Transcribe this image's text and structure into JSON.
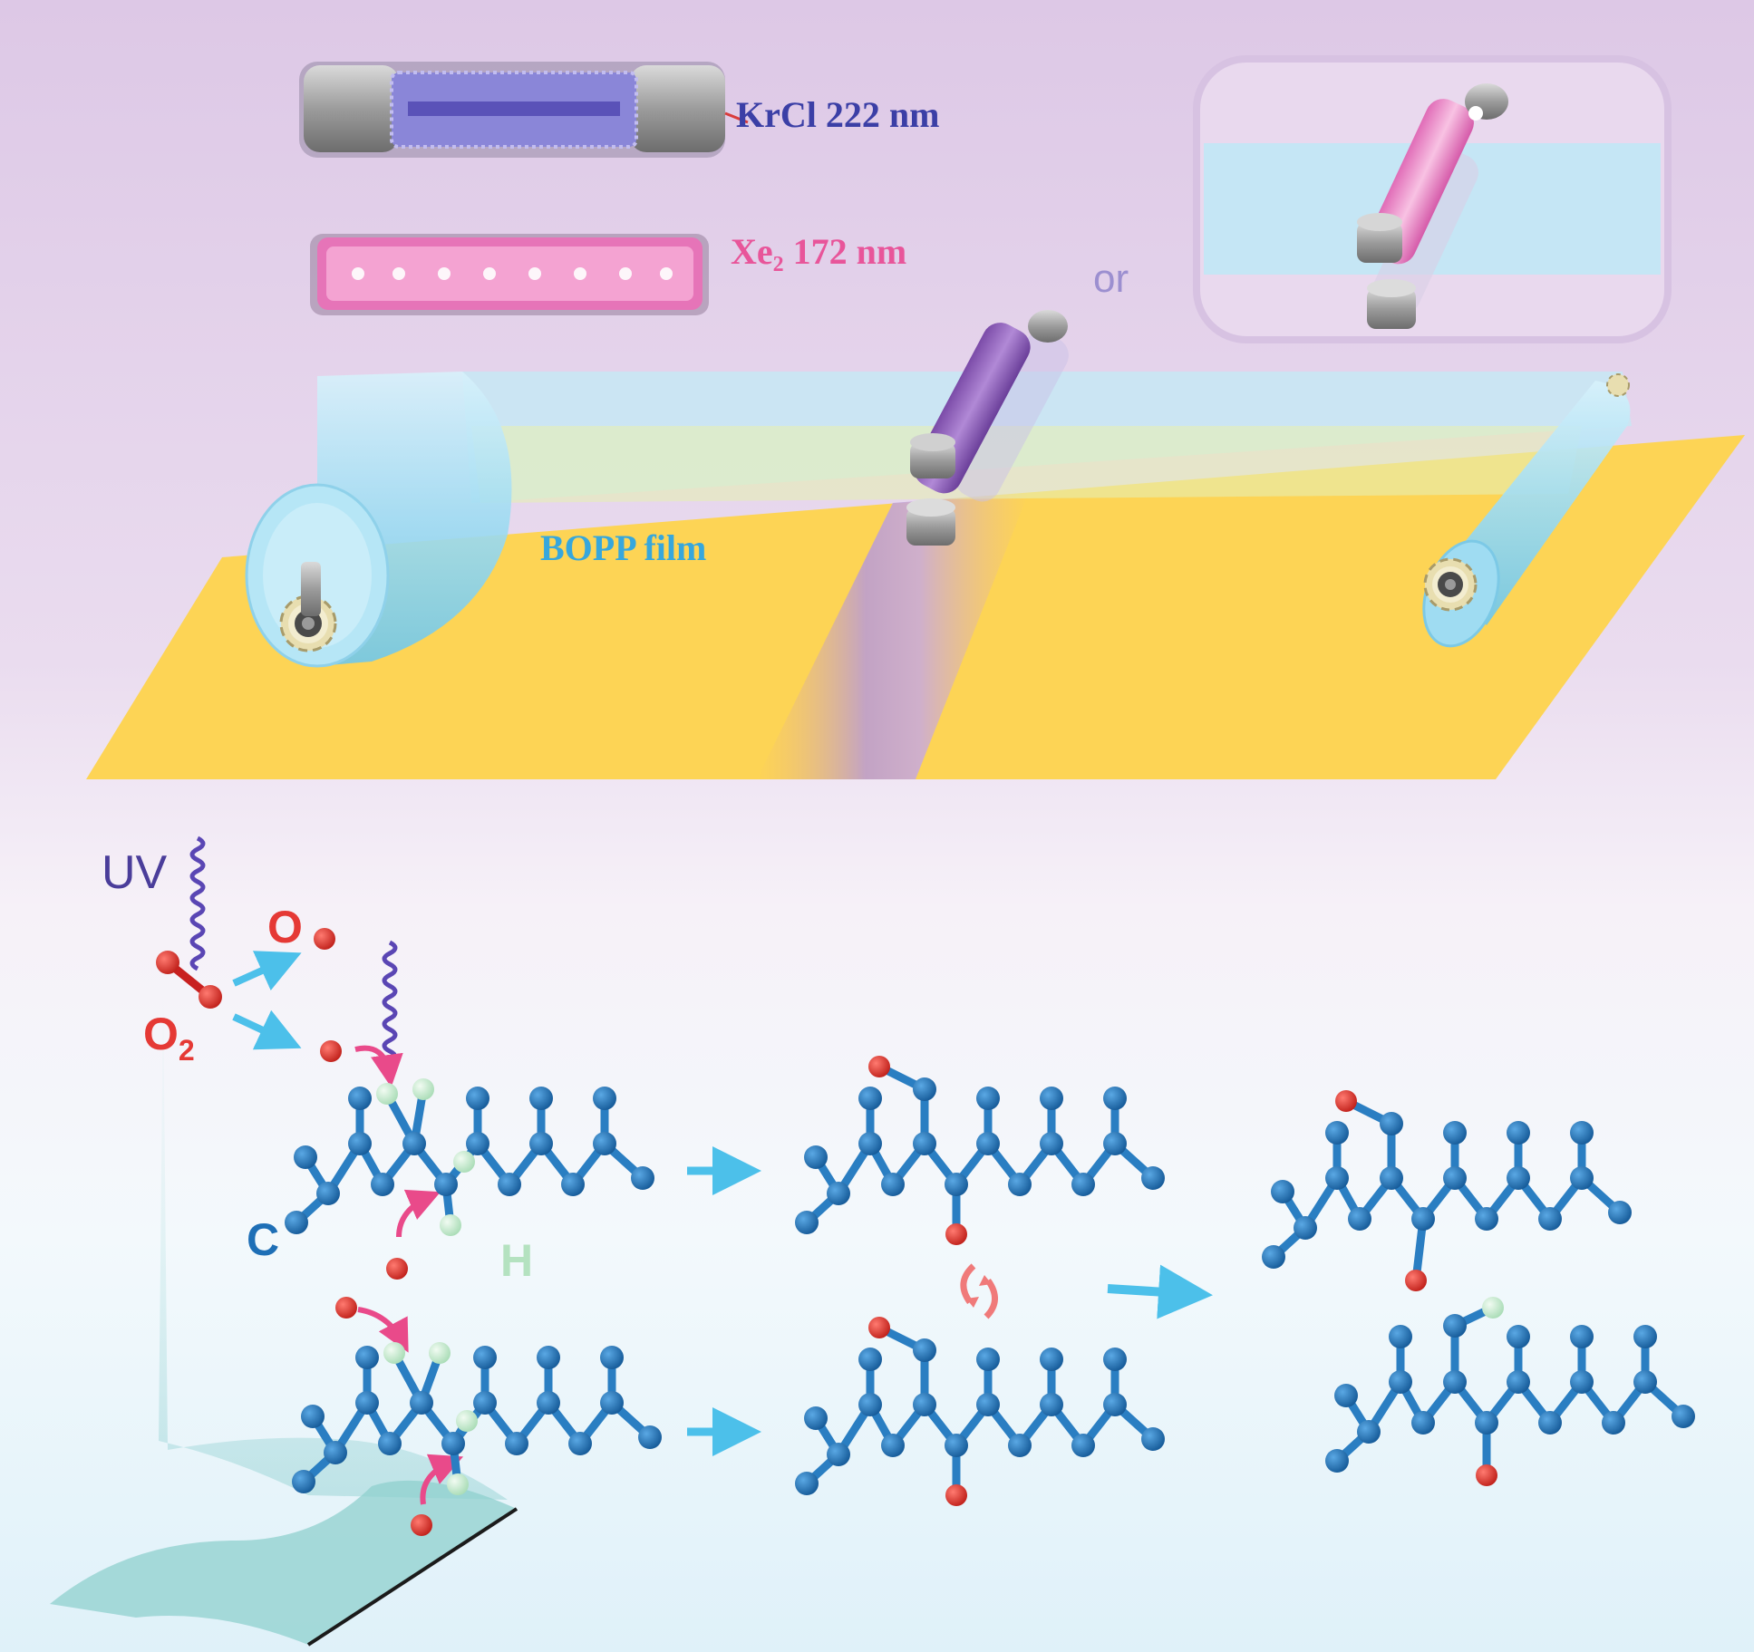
{
  "labels": {
    "krcl": "KrCl 222 nm",
    "xe_prefix": "Xe",
    "xe_sub": "2",
    "xe_suffix": " 172 nm",
    "or": "or",
    "film": "BOPP film",
    "uv": "UV",
    "o_atom": "O",
    "o2_prefix": "O",
    "o2_sub": "2",
    "carbon": "C",
    "hydrogen": "H"
  },
  "colors": {
    "background_top": "#e2cfe9",
    "background_bottom": "#e5f4fb",
    "conveyor": "#fdd455",
    "film": "#bfe6f4",
    "krcl_text": "#3b3fa6",
    "xe_text": "#e8559a",
    "or_text": "#9c8fd0",
    "film_text": "#37a7dc",
    "uv_text": "#4a3d9a",
    "oxygen": "#e53935",
    "carbon": "#1e6fb6",
    "hydrogen": "#c8ebd0",
    "arrow": "#4cc0ea",
    "attack_arrow": "#e94a8a",
    "uv_wave": "#5a46b4"
  },
  "icons": [
    "krcl-lamp-icon",
    "xe2-lamp-icon",
    "gear-icon",
    "uv-wave-icon",
    "cycle-arrows-icon"
  ]
}
